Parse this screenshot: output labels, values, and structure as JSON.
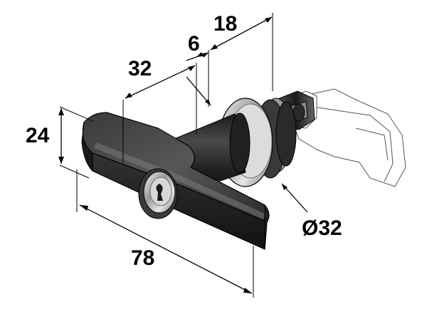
{
  "dimensions": {
    "top_length": "18",
    "cam_offset": "6",
    "body_length": "32",
    "handle_height": "24",
    "handle_width": "78",
    "diameter": "Ø32"
  },
  "colors": {
    "background": "#ffffff",
    "lines": "#000000",
    "handle_dark": "#2c2c2c",
    "handle_light": "#6a6a6a",
    "chrome": "#c8c8c8"
  },
  "icons": {
    "key_cylinder": "keyhole-icon"
  }
}
